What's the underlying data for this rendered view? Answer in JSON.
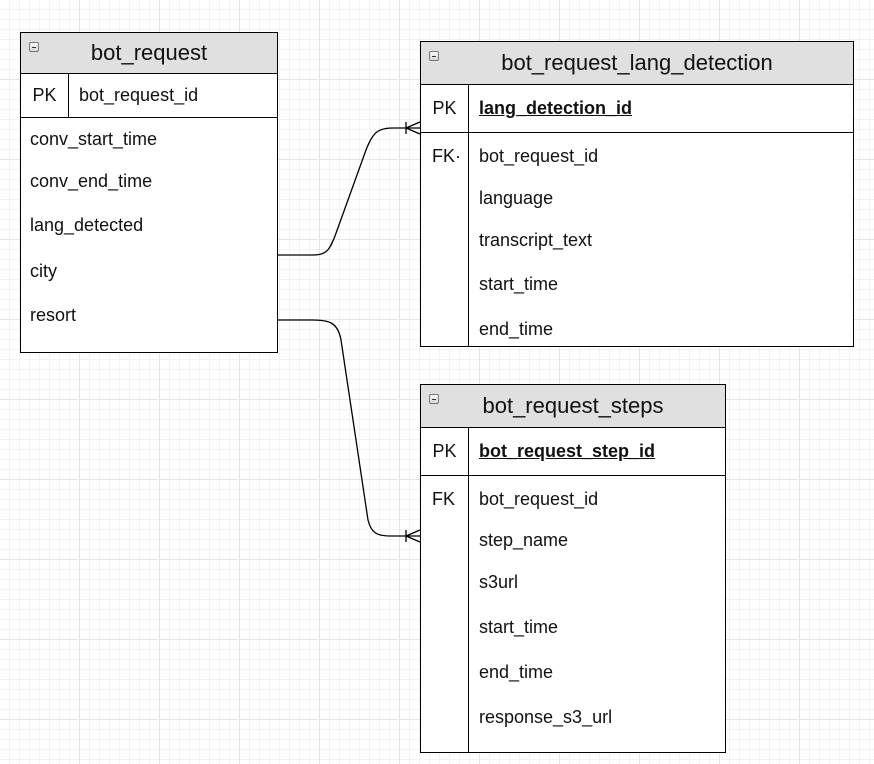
{
  "entities": [
    {
      "name": "bot_request",
      "pk": {
        "key": "PK",
        "field": "bot_request_id"
      },
      "fk_label": "",
      "fields": [
        "conv_start_time",
        "conv_end_time",
        "lang_detected",
        "city",
        "resort"
      ]
    },
    {
      "name": "bot_request_lang_detection",
      "pk": {
        "key": "PK",
        "field": "lang_detection_id"
      },
      "fk_label": "FK·",
      "fields": [
        "bot_request_id",
        "language",
        "transcript_text",
        "start_time",
        "end_time"
      ]
    },
    {
      "name": "bot_request_steps",
      "pk": {
        "key": "PK",
        "field": "bot_request_step_id"
      },
      "fk_label": "FK",
      "fields": [
        "bot_request_id",
        "step_name",
        "s3url",
        "start_time",
        "end_time",
        "response_s3_url"
      ]
    }
  ],
  "relationships": [
    {
      "from": "bot_request",
      "to": "bot_request_lang_detection",
      "to_end": "one-to-many"
    },
    {
      "from": "bot_request",
      "to": "bot_request_steps",
      "to_end": "one-to-many"
    }
  ]
}
